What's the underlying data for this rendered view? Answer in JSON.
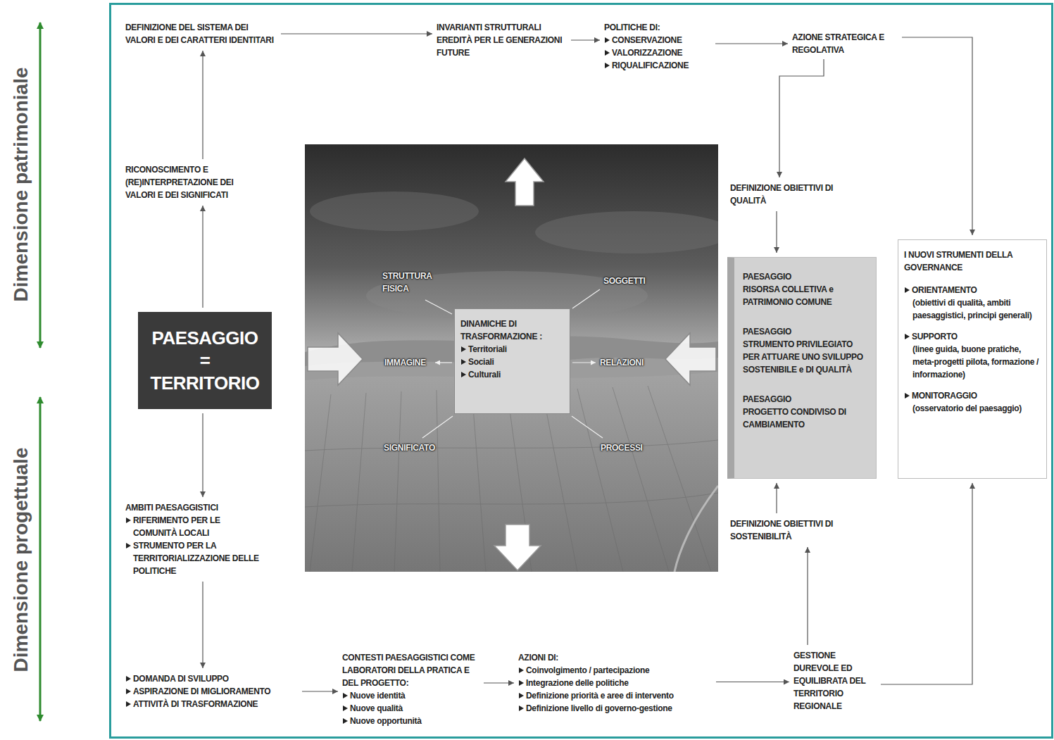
{
  "diagram": {
    "nodes": [
      {
        "text": [
          "DEFINIZIONE DEL SISTEMA DEI VALORI E DEI CARATTERI IDENTITARI"
        ]
      },
      {
        "text": [
          "INVARIANTI STRUTTURALI EREDITÀ PER LE GENERAZIONI FUTURE"
        ]
      },
      {
        "text": [
          "POLITICHE DI:",
          "CONSERVAZIONE",
          "VALORIZZAZIONE",
          "RIQUALIFICAZIONE"
        ]
      },
      {
        "text": [
          "AZIONE STRATEGICA E REGOLATIVA"
        ]
      },
      {
        "text": [
          "RICONOSCIMENTO E (RE)INTERPRETAZIONE DEI VALORI E DEI SIGNIFICATI"
        ]
      },
      {
        "text": [
          "PAESAGGIO = TERRITORIO"
        ]
      },
      {
        "text": [
          "DINAMICHE DI TRASFORMAZIONE :",
          "Territoriali",
          "Sociali",
          "Culturali"
        ]
      },
      {
        "text": [
          "DEFINIZIONE OBIETTIVI DI QUALITÀ"
        ]
      },
      {
        "text": [
          "PAESAGGIO",
          "RISORSA COLLETIVA e PATRIMONIO COMUNE",
          "PAESAGGIO",
          "STRUMENTO PRIVILEGIATO PER ATTUARE UNO SVILUPPO SOSTENIBILE e DI QUALITÀ",
          "PAESAGGIO",
          "PROGETTO CONDIVISO DI CAMBIAMENTO"
        ]
      },
      {
        "text": [
          "I NUOVI STRUMENTI DELLA GOVERNANCE",
          "ORIENTAMENTO",
          "(obiettivi di qualità, ambiti paesaggistici, principi generali)",
          "SUPPORTO",
          "(linee guida, buone pratiche, meta-progetti pilota, formazione / informazione)",
          "MONITORAGGIO",
          "(osservatorio del paesaggio)"
        ]
      },
      {
        "text": [
          "DEFINIZIONE OBIETTIVI DI SOSTENIBILITÀ"
        ]
      },
      {
        "text": [
          "AMBITI PAESAGGISTICI",
          "RIFERIMENTO PER LE COMUNITÀ LOCALI",
          "STRUMENTO PER LA TERRITORIALIZZAZIONE DELLE POLITICHE"
        ]
      },
      {
        "text": [
          "DOMANDA DI SVILUPPO",
          "ASPIRAZIONE DI MIGLIORAMENTO",
          "ATTIVITÀ DI TRASFORMAZIONE"
        ]
      },
      {
        "text": [
          "CONTESTI PAESAGGISTICI COME LABORATORI DELLA PRATICA E DEL PROGETTO:",
          "Nuove identità",
          "Nuove qualità",
          "Nuove opportunità"
        ]
      },
      {
        "text": [
          "AZIONI DI:",
          "Coinvolgimento / partecipazione",
          "Integrazione delle politiche",
          "Definizione priorità e aree di intervento",
          "Definizione livello di governo-gestione"
        ]
      },
      {
        "text": [
          "GESTIONE DUREVOLE ED EQUILIBRATA DEL TERRITORIO REGIONALE"
        ]
      }
    ],
    "edges": [
      {
        "from": 0,
        "to": 1,
        "arrow": "to"
      },
      {
        "from": 1,
        "to": 2,
        "arrow": "to"
      },
      {
        "from": 2,
        "to": 3,
        "arrow": "to"
      },
      {
        "from": 3,
        "to": 7,
        "arrow": "to"
      },
      {
        "from": 3,
        "to": 9,
        "arrow": "to"
      },
      {
        "from": 4,
        "to": 0,
        "arrow": "to"
      },
      {
        "from": 5,
        "to": 4,
        "arrow": "to"
      },
      {
        "from": 7,
        "to": 8,
        "arrow": "to"
      },
      {
        "from": 10,
        "to": 8,
        "arrow": "to"
      },
      {
        "from": 5,
        "to": 11,
        "arrow": "to"
      },
      {
        "from": 11,
        "to": 12,
        "arrow": "to"
      },
      {
        "from": 12,
        "to": 13,
        "arrow": "to"
      },
      {
        "from": 13,
        "to": 14,
        "arrow": "to"
      },
      {
        "from": 14,
        "to": 15,
        "arrow": "to"
      },
      {
        "from": 15,
        "to": 10,
        "arrow": "to"
      },
      {
        "from": 15,
        "to": 9,
        "arrow": "to"
      }
    ],
    "labels": [
      "Dimensione patrimoniale",
      "Dimensione progettuale",
      "STRUTTURA FISICA",
      "SOGGETTI",
      "IMMAGINE",
      "RELAZIONI",
      "SIGNIFICATO",
      "PROCESSI"
    ]
  }
}
